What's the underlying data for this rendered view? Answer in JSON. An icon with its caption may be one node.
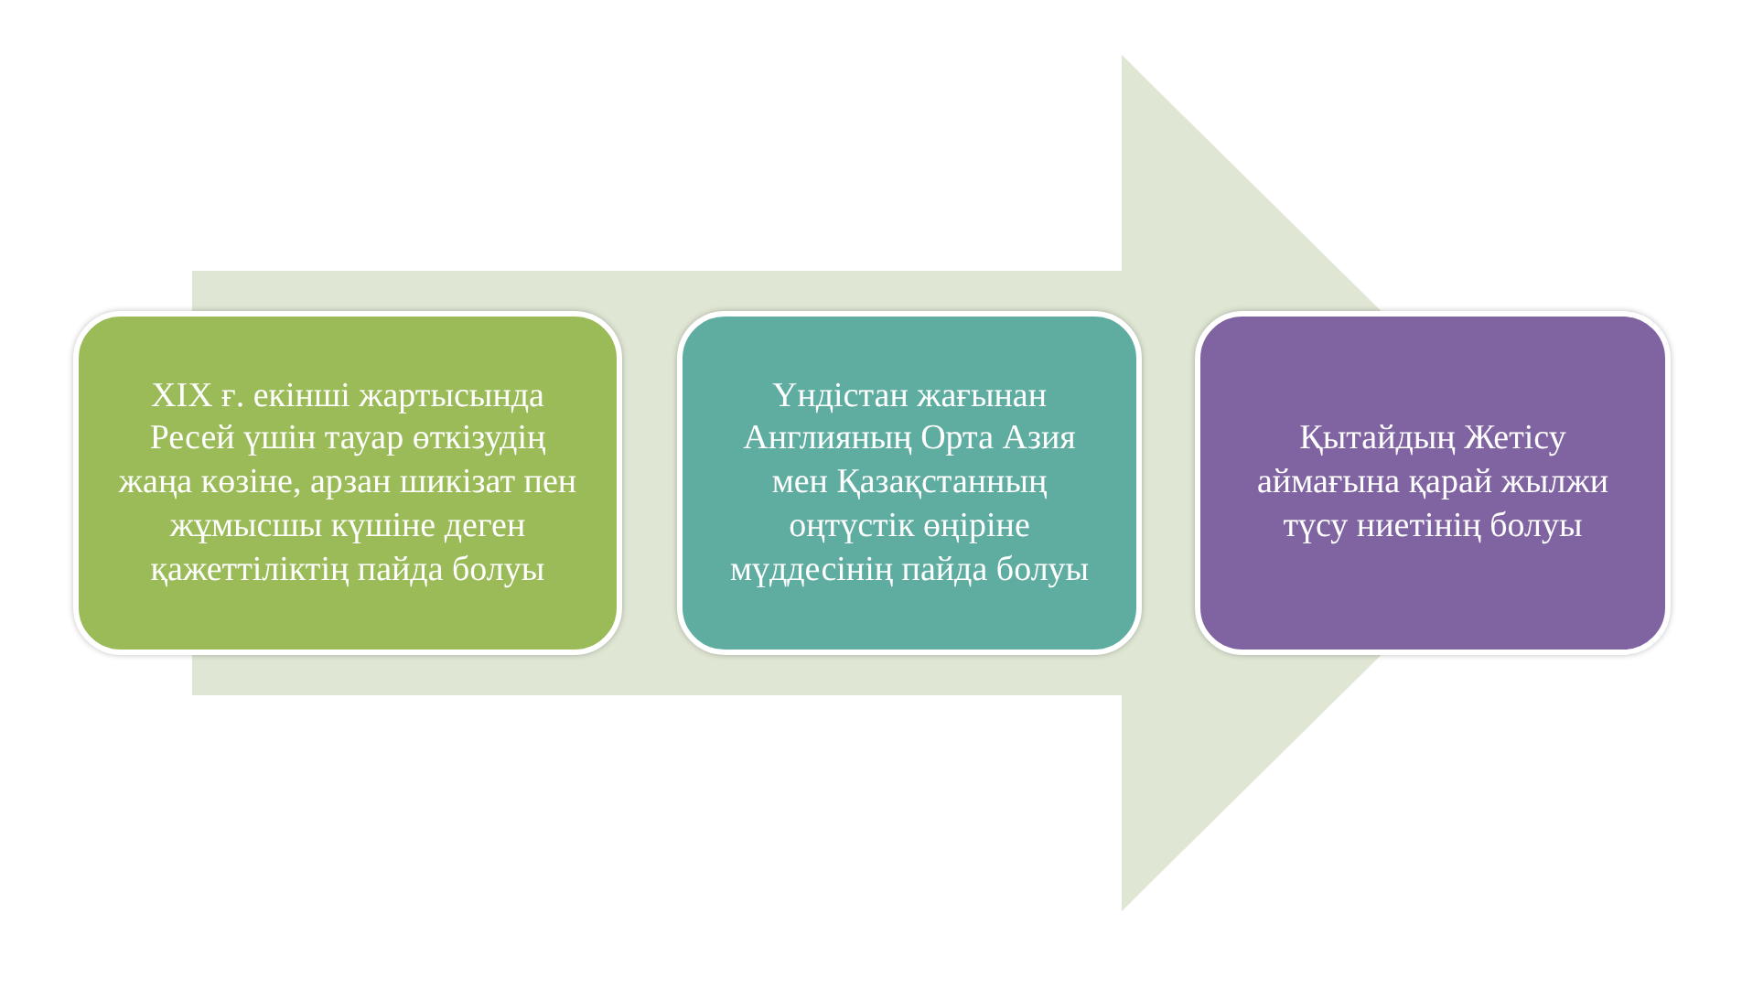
{
  "diagram": {
    "nodes": [
      {
        "text": [
          "XIX ғ. екінші жартысында Ресей үшін тауар өткізудің жаңа көзіне, арзан шикізат пен жұмысшы күшіне деген қажеттіліктің пайда болуы"
        ]
      },
      {
        "text": [
          "Үндістан жағынан Англияның Орта Азия мен Қазақстанның оңтүстік өңіріне мүддесінің пайда болуы"
        ]
      },
      {
        "text": [
          "Қытайдың Жетісу аймағына қарай жылжи түсу ниетінің болуы"
        ]
      }
    ],
    "edges": [
      {
        "from": 0,
        "to": 2,
        "arrow": "to"
      }
    ]
  }
}
